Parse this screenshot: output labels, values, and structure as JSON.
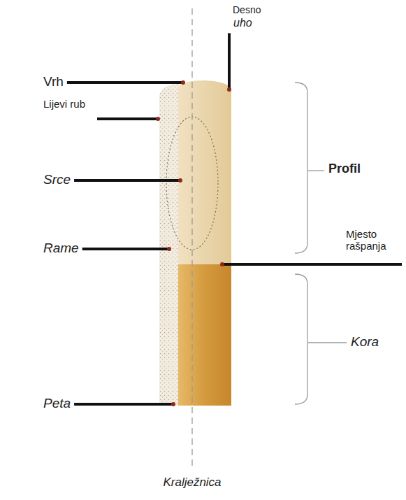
{
  "diagram": {
    "labels": [
      "Desno",
      "uho",
      "Vrh",
      "Lijevi rub",
      "Profil",
      "Srce",
      "Rame",
      "Mjesto rašpanja",
      "Kora",
      "Peta",
      "Kralježnica"
    ]
  }
}
